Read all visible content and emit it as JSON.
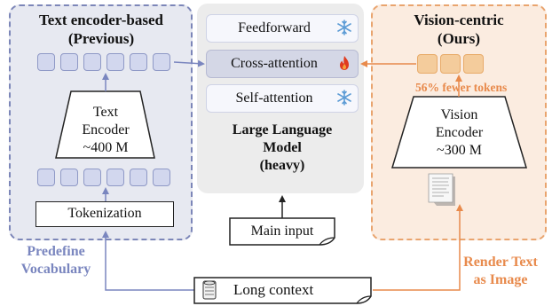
{
  "left_panel": {
    "title_line1": "Text encoder-based",
    "title_line2": "(Previous)",
    "encoder_line1": "Text",
    "encoder_line2": "Encoder",
    "encoder_line3": "~400 M",
    "tokenization": "Tokenization",
    "side_label_line1": "Predefine",
    "side_label_line2": "Vocabulary"
  },
  "llm": {
    "layers": [
      "Feedforward",
      "Cross-attention",
      "Self-attention"
    ],
    "title_line1": "Large Language",
    "title_line2": "Model",
    "title_line3": "(heavy)",
    "main_input": "Main input"
  },
  "right_panel": {
    "title_line1": "Vision-centric",
    "title_line2": "(Ours)",
    "fewer_tokens": "56% fewer tokens",
    "encoder_line1": "Vision",
    "encoder_line2": "Encoder",
    "encoder_line3": "~300 M",
    "side_label_line1": "Render Text",
    "side_label_line2": "as Image"
  },
  "bottom": {
    "long_context": "Long context"
  },
  "colors": {
    "blue_accent": "#7a86bf",
    "orange_accent": "#e88a4c",
    "frozen_icon": "#5b9bd5",
    "trainable_icon": "#e03b1f"
  },
  "icons": {
    "frozen": "snowflake-icon",
    "trainable": "flame-icon",
    "document": "document-icon",
    "database": "database-icon"
  }
}
